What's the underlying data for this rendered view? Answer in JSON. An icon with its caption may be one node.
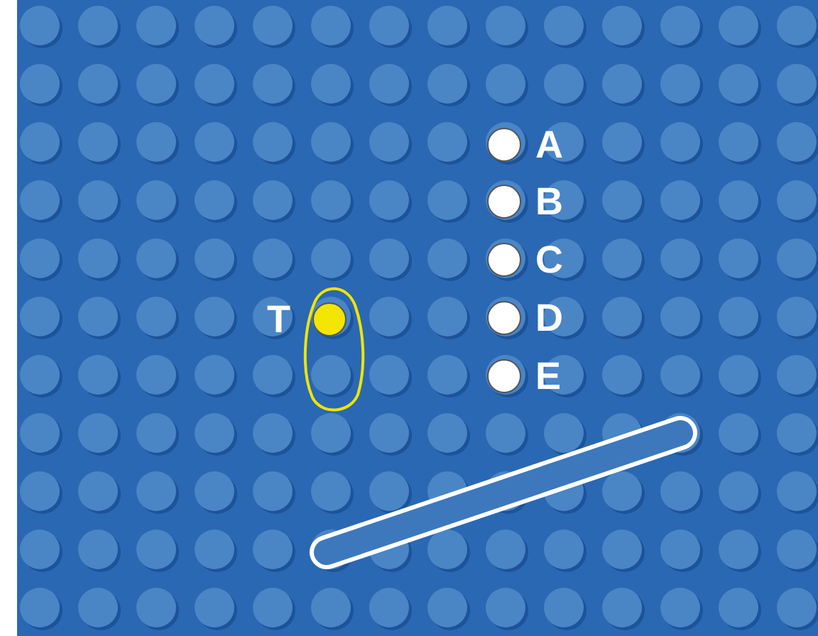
{
  "diagram": {
    "nodes": [
      {
        "text": [],
        "shape": "circle",
        "beside": [
          "A"
        ]
      },
      {
        "text": [],
        "shape": "circle",
        "beside": [
          "B"
        ]
      },
      {
        "text": [],
        "shape": "circle",
        "beside": [
          "C"
        ]
      },
      {
        "text": [],
        "shape": "circle",
        "beside": [
          "D"
        ]
      },
      {
        "text": [],
        "shape": "circle",
        "beside": [
          "E"
        ]
      },
      {
        "text": [],
        "shape": "circle",
        "beside": [
          "T"
        ]
      }
    ]
  }
}
